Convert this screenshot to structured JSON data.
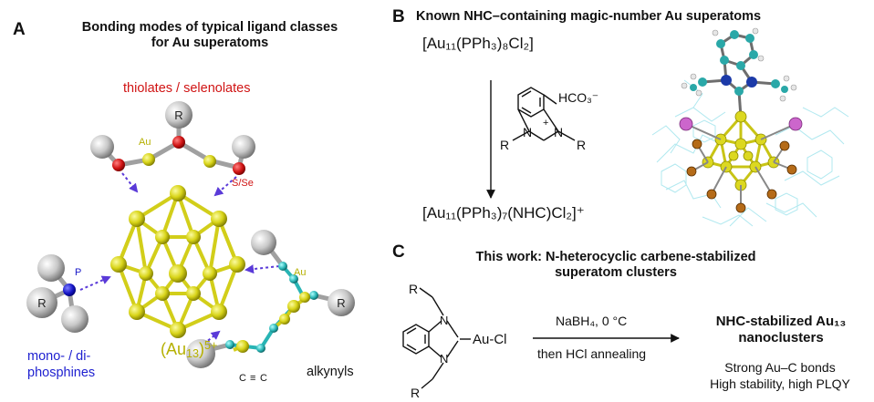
{
  "panelA": {
    "letter": "A",
    "title_line1": "Bonding modes of typical ligand classes",
    "title_line2": "for Au superatoms",
    "thiolates_label": "thiolates / selenolates",
    "au_label": "Au",
    "sse_label": "S/Se",
    "r_label": "R",
    "p_label": "P",
    "phosphines_line1": "mono- / di-",
    "phosphines_line2": "phosphines",
    "alkynyls_label": "alkynyls",
    "au13_base": "(Au",
    "au13_sub": "13",
    "au13_close": ")",
    "au13_sup": "5+",
    "alkyne_c1": "C",
    "alkyne_c2": "C"
  },
  "panelB": {
    "letter": "B",
    "title": "Known NHC–containing magic-number Au superatoms",
    "start_formula": "[Au₁₁(PPh₃)₈Cl₂]",
    "end_formula": "[Au₁₁(PPh₃)₇(NHC)Cl₂]⁺",
    "counterion": "HCO₃⁻",
    "n_label": "N",
    "r_label": "R",
    "plus": "+"
  },
  "panelC": {
    "letter": "C",
    "title_line1": "This work: N-heterocyclic carbene-stabilized",
    "title_line2": "superatom clusters",
    "reagent_top": "NaBH₄, 0 °C",
    "reagent_bottom": "then HCl annealing",
    "product_line1": "NHC-stabilized Au₁₃",
    "product_line2": "nanoclusters",
    "feature1": "Strong Au–C bonds",
    "feature2": "High stability, high PLQY",
    "au_cl": "Au-Cl",
    "n_label": "N",
    "r_label": "R"
  },
  "colors": {
    "gold": "#d8d418",
    "gold_dark": "#8f8c00",
    "sulfur": "#d01414",
    "phosphorus": "#1818c8",
    "carbon": "#28b4b4",
    "arrow": "#5a3ad8",
    "grey": "#bdbdbd"
  }
}
